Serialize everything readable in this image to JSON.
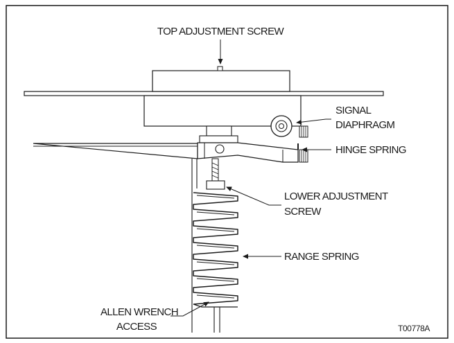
{
  "labels": {
    "top_adjustment_screw": "TOP ADJUSTMENT SCREW",
    "signal_diaphragm_line1": "SIGNAL",
    "signal_diaphragm_line2": "DIAPHRAGM",
    "hinge_spring": "HINGE SPRING",
    "lower_adjustment_screw_line1": "LOWER ADJUSTMENT",
    "lower_adjustment_screw_line2": "SCREW",
    "range_spring": "RANGE SPRING",
    "allen_wrench_line1": "ALLEN WRENCH",
    "allen_wrench_line2": "ACCESS"
  },
  "figure_id": "T00778A",
  "colors": {
    "ink": "#1a1a1a",
    "background": "#ffffff"
  }
}
